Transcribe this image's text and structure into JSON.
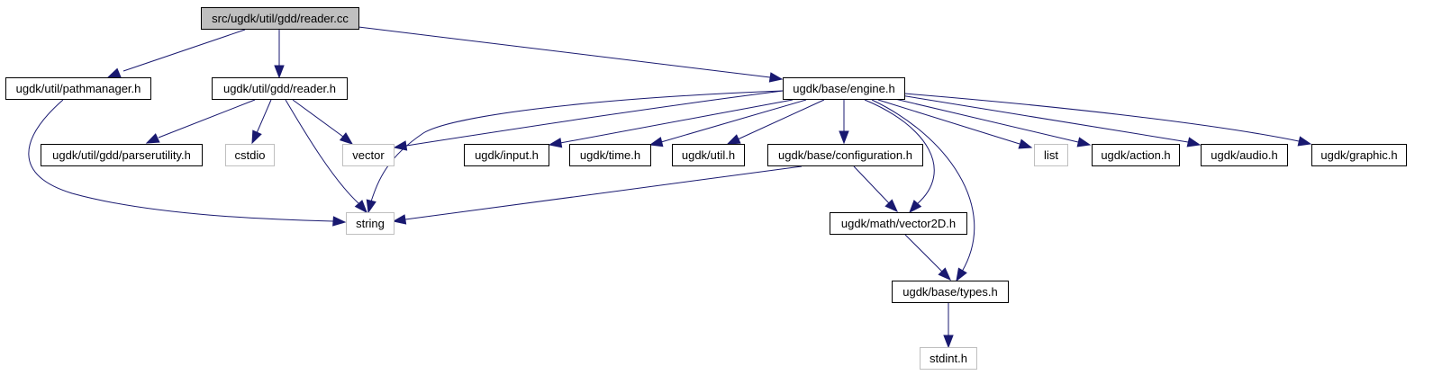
{
  "diagram": {
    "type": "include-dependency-graph",
    "colors": {
      "root_fill": "#bfbfbf",
      "node_fill": "#ffffff",
      "node_border": "#000000",
      "external_border": "#bfbfbf",
      "external_text": "#000000",
      "edge": "#191970"
    },
    "nodes": [
      {
        "id": "reader_cc",
        "label": "src/ugdk/util/gdd/reader.cc",
        "kind": "root"
      },
      {
        "id": "pathmanager",
        "label": "ugdk/util/pathmanager.h",
        "kind": "header"
      },
      {
        "id": "reader_h",
        "label": "ugdk/util/gdd/reader.h",
        "kind": "header"
      },
      {
        "id": "engine",
        "label": "ugdk/base/engine.h",
        "kind": "header"
      },
      {
        "id": "parserutility",
        "label": "ugdk/util/gdd/parserutility.h",
        "kind": "header"
      },
      {
        "id": "cstdio",
        "label": "cstdio",
        "kind": "external"
      },
      {
        "id": "vector",
        "label": "vector",
        "kind": "external"
      },
      {
        "id": "input",
        "label": "ugdk/input.h",
        "kind": "header"
      },
      {
        "id": "time",
        "label": "ugdk/time.h",
        "kind": "header"
      },
      {
        "id": "util",
        "label": "ugdk/util.h",
        "kind": "header"
      },
      {
        "id": "configuration",
        "label": "ugdk/base/configuration.h",
        "kind": "header"
      },
      {
        "id": "list",
        "label": "list",
        "kind": "external"
      },
      {
        "id": "action",
        "label": "ugdk/action.h",
        "kind": "header"
      },
      {
        "id": "audio",
        "label": "ugdk/audio.h",
        "kind": "header"
      },
      {
        "id": "graphic",
        "label": "ugdk/graphic.h",
        "kind": "header"
      },
      {
        "id": "string",
        "label": "string",
        "kind": "external"
      },
      {
        "id": "vector2d",
        "label": "ugdk/math/vector2D.h",
        "kind": "header"
      },
      {
        "id": "types",
        "label": "ugdk/base/types.h",
        "kind": "header"
      },
      {
        "id": "stdint",
        "label": "stdint.h",
        "kind": "external"
      }
    ],
    "edges": [
      {
        "from": "reader_cc",
        "to": "pathmanager"
      },
      {
        "from": "reader_cc",
        "to": "reader_h"
      },
      {
        "from": "reader_cc",
        "to": "engine"
      },
      {
        "from": "pathmanager",
        "to": "string"
      },
      {
        "from": "reader_h",
        "to": "parserutility"
      },
      {
        "from": "reader_h",
        "to": "cstdio"
      },
      {
        "from": "reader_h",
        "to": "vector"
      },
      {
        "from": "reader_h",
        "to": "string"
      },
      {
        "from": "engine",
        "to": "vector"
      },
      {
        "from": "engine",
        "to": "string"
      },
      {
        "from": "engine",
        "to": "input"
      },
      {
        "from": "engine",
        "to": "time"
      },
      {
        "from": "engine",
        "to": "util"
      },
      {
        "from": "engine",
        "to": "configuration"
      },
      {
        "from": "engine",
        "to": "vector2d"
      },
      {
        "from": "engine",
        "to": "types"
      },
      {
        "from": "engine",
        "to": "list"
      },
      {
        "from": "engine",
        "to": "action"
      },
      {
        "from": "engine",
        "to": "audio"
      },
      {
        "from": "engine",
        "to": "graphic"
      },
      {
        "from": "configuration",
        "to": "string"
      },
      {
        "from": "configuration",
        "to": "vector2d"
      },
      {
        "from": "vector2d",
        "to": "types"
      },
      {
        "from": "types",
        "to": "stdint"
      }
    ]
  }
}
